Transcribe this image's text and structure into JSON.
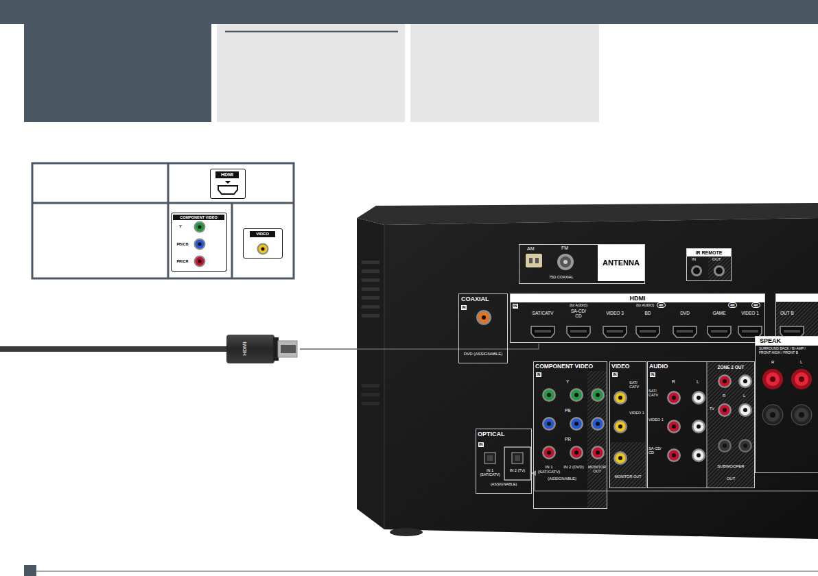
{
  "diagram": {
    "nodes": [
      {
        "text": [
          "HDMI"
        ]
      },
      {
        "text": [
          "COMPONENT VIDEO",
          "Y",
          "PB/CB",
          "PR/CR"
        ]
      },
      {
        "text": [
          "VIDEO"
        ]
      },
      {
        "text": [
          "AM",
          "FM",
          "75Ω COAXIAL",
          "ANTENNA"
        ]
      },
      {
        "text": [
          "IR REMOTE",
          "IN",
          "OUT"
        ]
      },
      {
        "text": [
          "COAXIAL",
          "IN",
          "DVD (ASSIGNABLE)"
        ]
      },
      {
        "text": [
          "HDMI",
          "IN",
          "SAT/CATV",
          "(for AUDIO)",
          "SA-CD/ CD",
          "VIDEO 3",
          "(for AUDIO)",
          "BD",
          "4K",
          "DVD",
          "GAME",
          "4K",
          "VIDEO 1",
          "4K"
        ]
      },
      {
        "text": [
          "OUT B"
        ]
      },
      {
        "text": [
          "SPEAK",
          "SURROUND BACK / BI-AMP / FRONT HIGH / FRONT B",
          "R",
          "L"
        ]
      },
      {
        "text": [
          "COMPONENT VIDEO",
          "IN",
          "Y",
          "PB",
          "PR",
          "IN 1 (SAT/CATV)",
          "IN 2 (DVD)",
          "(ASSIGNABLE)",
          "MONITOR OUT"
        ]
      },
      {
        "text": [
          "VIDEO",
          "IN",
          "SAT/ CATV",
          "VIDEO 1",
          "MONITOR OUT"
        ]
      },
      {
        "text": [
          "AUDIO",
          "IN",
          "R",
          "L",
          "SAT/ CATV",
          "VIDEO 1",
          "SA-CD/ CD",
          "ZONE 2 OUT",
          "R",
          "L",
          "TV",
          "SUBWOOFER",
          "OUT"
        ]
      },
      {
        "text": [
          "OPTICAL",
          "IN",
          "IN 1 (SAT/CATV)",
          "IN 2 (TV)",
          "(ASSIGNABLE)"
        ]
      }
    ],
    "labels": [
      "HDMI"
    ]
  }
}
